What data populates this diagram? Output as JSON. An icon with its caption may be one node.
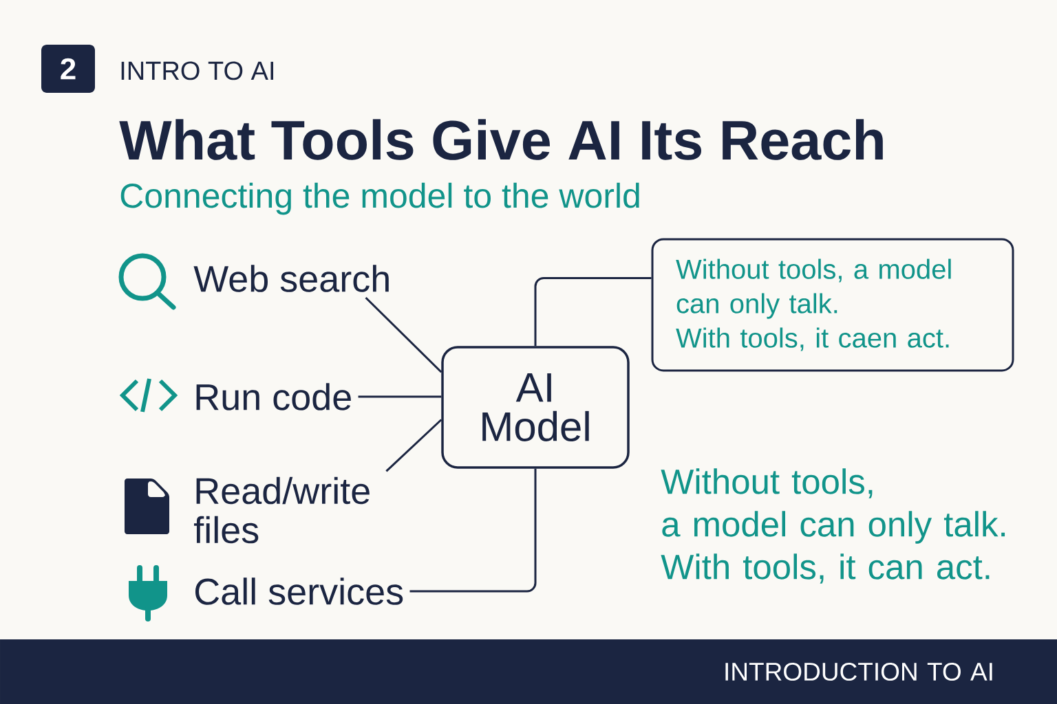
{
  "diagram": {
    "title": "What Tools Give AI Its Reach",
    "nodes": [
      {
        "text": [
          "2"
        ]
      },
      {
        "text": [
          "Web search"
        ]
      },
      {
        "text": [
          "Run code"
        ]
      },
      {
        "text": [
          "Read/write files"
        ]
      },
      {
        "text": [
          "Call services"
        ]
      },
      {
        "text": [
          "AI Model"
        ]
      },
      {
        "text": [
          "Without tools, a model can only talk. With tools, it caen act."
        ]
      },
      {
        "text": [
          "INTRODUCTION TO AI"
        ]
      }
    ],
    "edges": [
      {
        "from": 1,
        "to": 5,
        "arrow": "none"
      },
      {
        "from": 2,
        "to": 5,
        "arrow": "none"
      },
      {
        "from": 3,
        "to": 5,
        "arrow": "none"
      },
      {
        "from": 4,
        "to": 5,
        "arrow": "none"
      },
      {
        "from": 5,
        "to": 6,
        "arrow": "none"
      }
    ],
    "labels": [
      "INTRO TO AI",
      "Connecting the model to the world",
      "Without tools, a model can only talk. With tools, it can act."
    ]
  }
}
